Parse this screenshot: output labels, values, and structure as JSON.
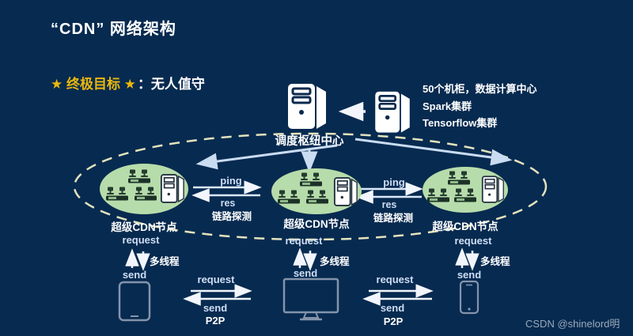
{
  "title": "“CDN” 网络架构",
  "goal": {
    "stars_label": "★ 终极目标 ★",
    "rest": "：无人值守"
  },
  "hub": {
    "label": "调度枢纽中心"
  },
  "datacenter": {
    "line1": "50个机柜，数据计算中心",
    "line2": "Spark集群",
    "line3": "Tensorflow集群"
  },
  "nodes": [
    {
      "label": "超级CDN节点"
    },
    {
      "label": "超级CDN节点"
    },
    {
      "label": "超级CDN节点"
    }
  ],
  "node_links": [
    {
      "ping": "ping",
      "res": "res",
      "probe": "链路探测"
    },
    {
      "ping": "ping",
      "res": "res",
      "probe": "链路探测"
    }
  ],
  "client_columns": [
    {
      "request": "request",
      "threads": "多线程",
      "send": "send"
    },
    {
      "request": "request",
      "threads": "多线程",
      "send": "send"
    },
    {
      "request": "request",
      "threads": "多线程",
      "send": "send"
    }
  ],
  "p2p_links": [
    {
      "request": "request",
      "send": "send",
      "label": "P2P"
    },
    {
      "request": "request",
      "send": "send",
      "label": "P2P"
    }
  ],
  "watermark": "CSDN @shinelord明",
  "colors": {
    "background": "#072a50",
    "accent_gold": "#eab70c",
    "node_green": "#b7dcab",
    "dashed_ellipse": "#e3e3bd",
    "arrow_blue": "#c9dcf2",
    "text_white": "#ffffff"
  }
}
